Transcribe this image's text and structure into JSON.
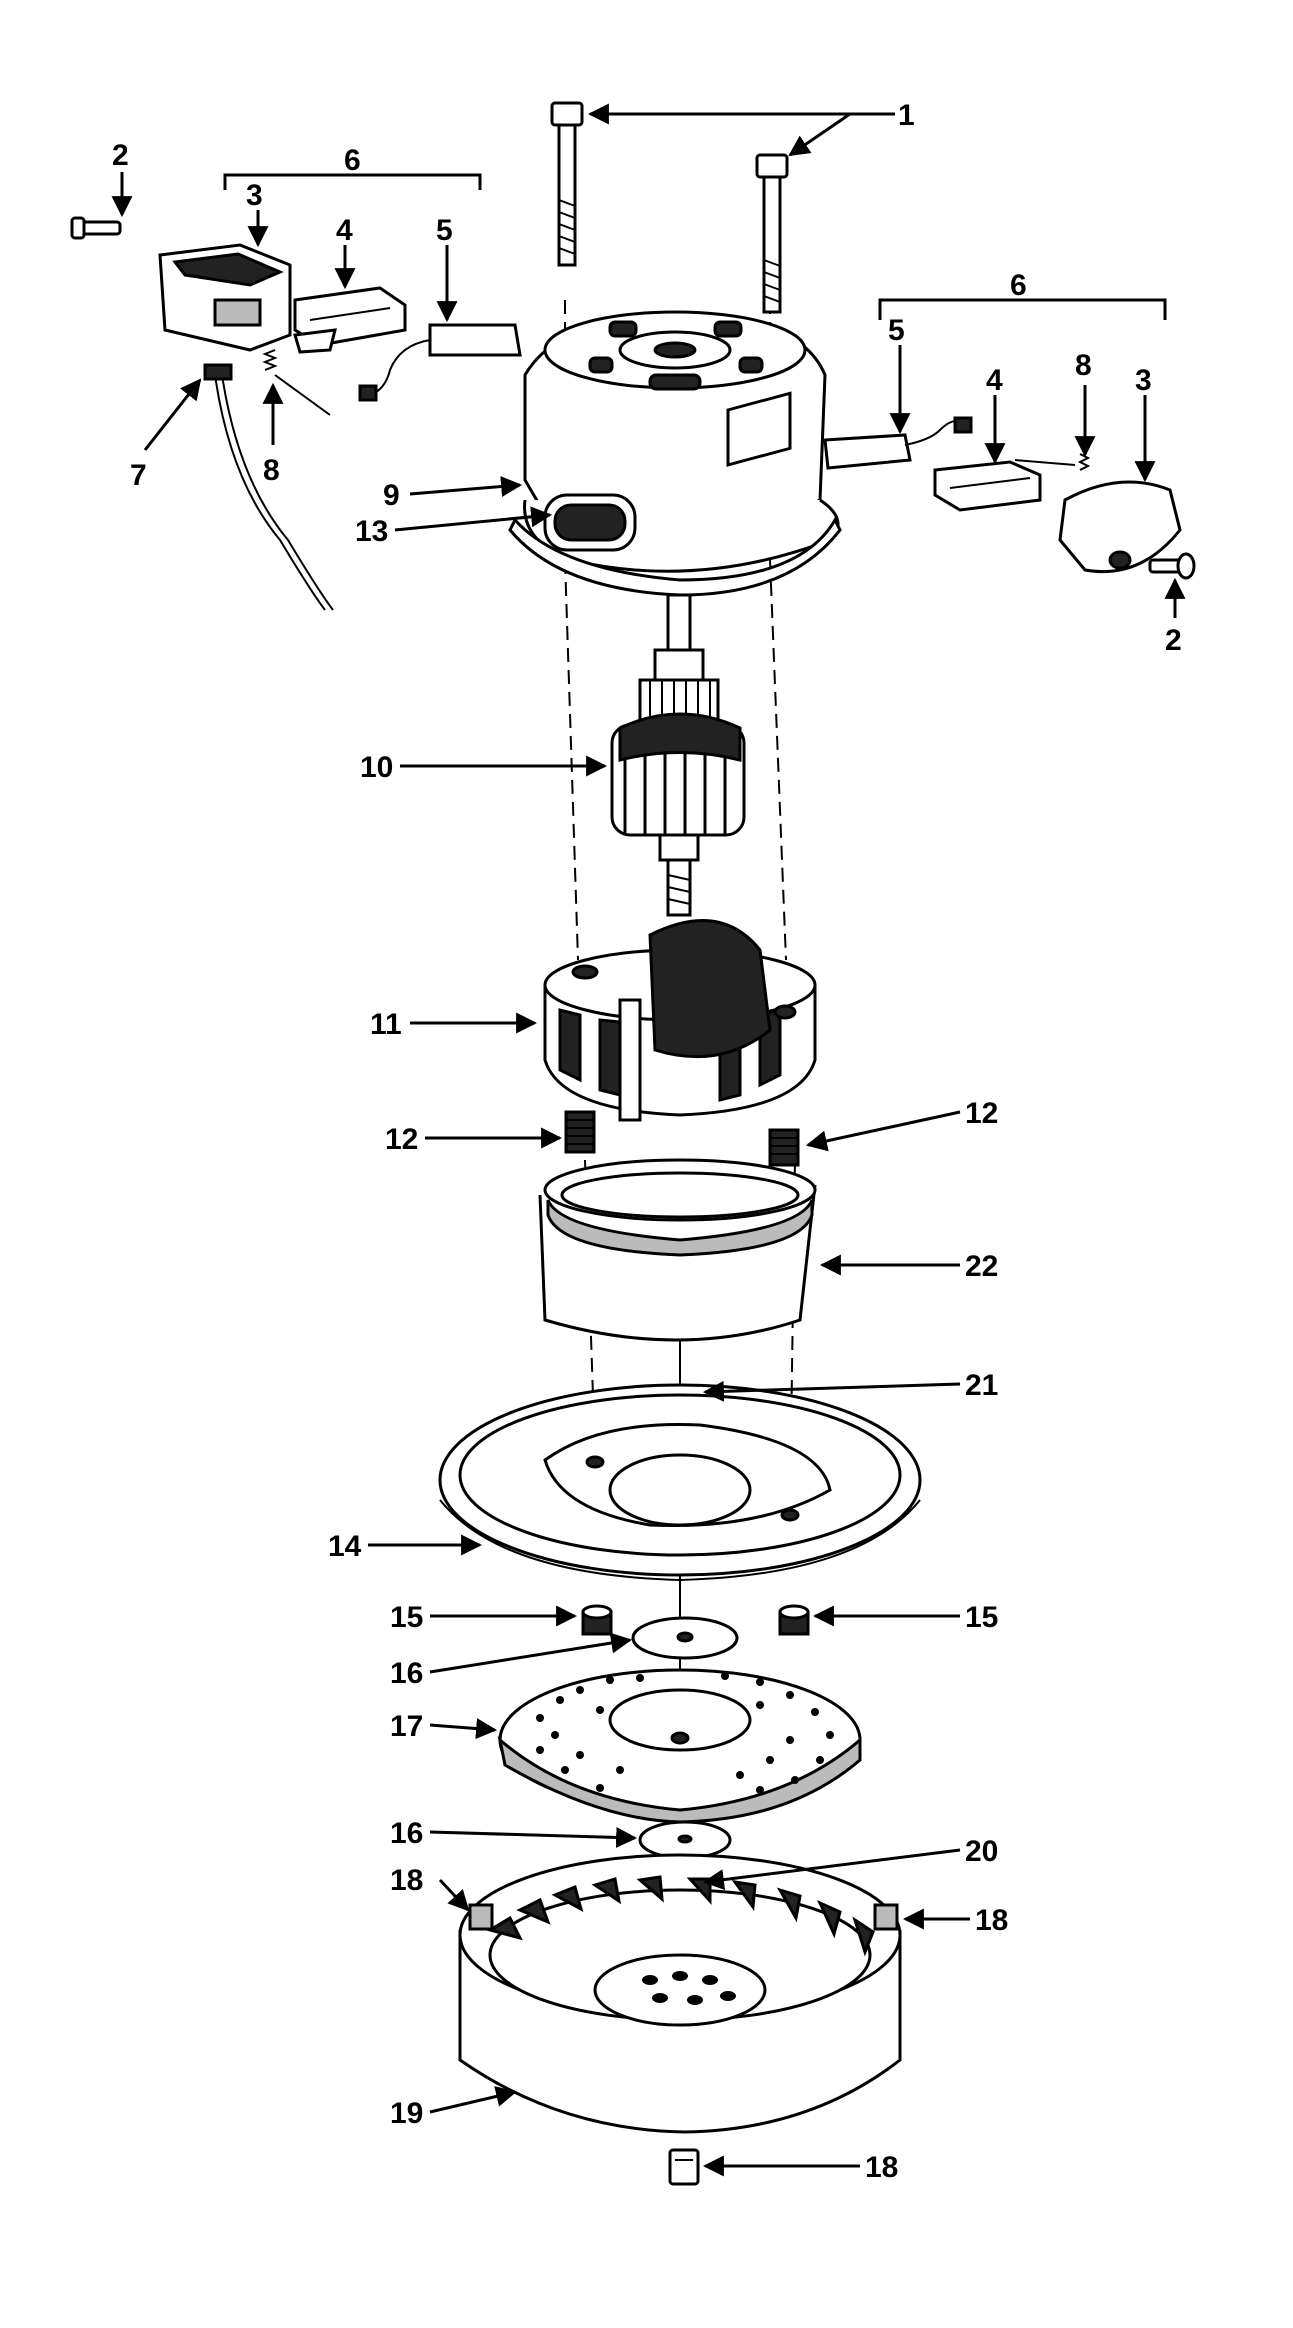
{
  "callouts": {
    "c1": "1",
    "c2_left": "2",
    "c2_right": "2",
    "c3_left": "3",
    "c3_right": "3",
    "c4_left": "4",
    "c4_right": "4",
    "c5_left": "5",
    "c5_right": "5",
    "c6_left": "6",
    "c6_right": "6",
    "c7": "7",
    "c8_left": "8",
    "c8_right": "8",
    "c9": "9",
    "c10": "10",
    "c11": "11",
    "c12_left": "12",
    "c12_right": "12",
    "c13": "13",
    "c14": "14",
    "c15_left": "15",
    "c15_right": "15",
    "c16_top": "16",
    "c16_bottom": "16",
    "c17": "17",
    "c18_left": "18",
    "c18_right": "18",
    "c18_bottom": "18",
    "c19": "19",
    "c20": "20",
    "c21": "21",
    "c22": "22"
  }
}
